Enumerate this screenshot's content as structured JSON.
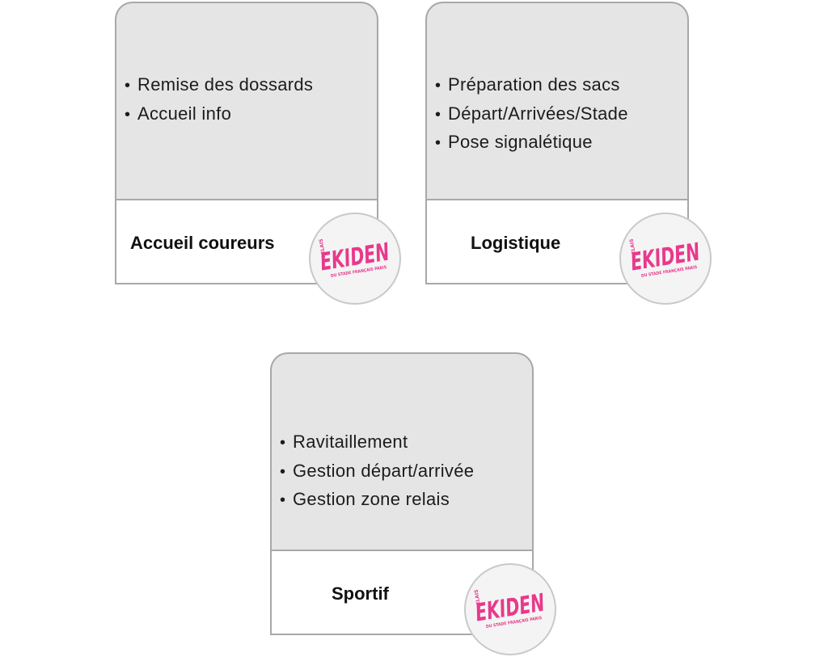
{
  "cards": [
    {
      "title": "Accueil coureurs",
      "items": [
        "Remise des dossards",
        "Accueil info"
      ]
    },
    {
      "title": "Logistique",
      "items": [
        "Préparation des sacs",
        "Départ/Arrivées/Stade",
        "Pose signalétique"
      ]
    },
    {
      "title": "Sportif",
      "items": [
        "Ravitaillement",
        "Gestion départ/arrivée",
        "Gestion zone relais"
      ]
    }
  ],
  "badge": {
    "top_text": "RELAIS",
    "main_text": "EKIDEN",
    "bottom_text": "DU STADE FRANÇAIS PARIS",
    "color": "#e8398c"
  },
  "colors": {
    "card_fill": "#e5e5e5",
    "card_border": "#a8a8a8",
    "text": "#1c1c1c"
  }
}
